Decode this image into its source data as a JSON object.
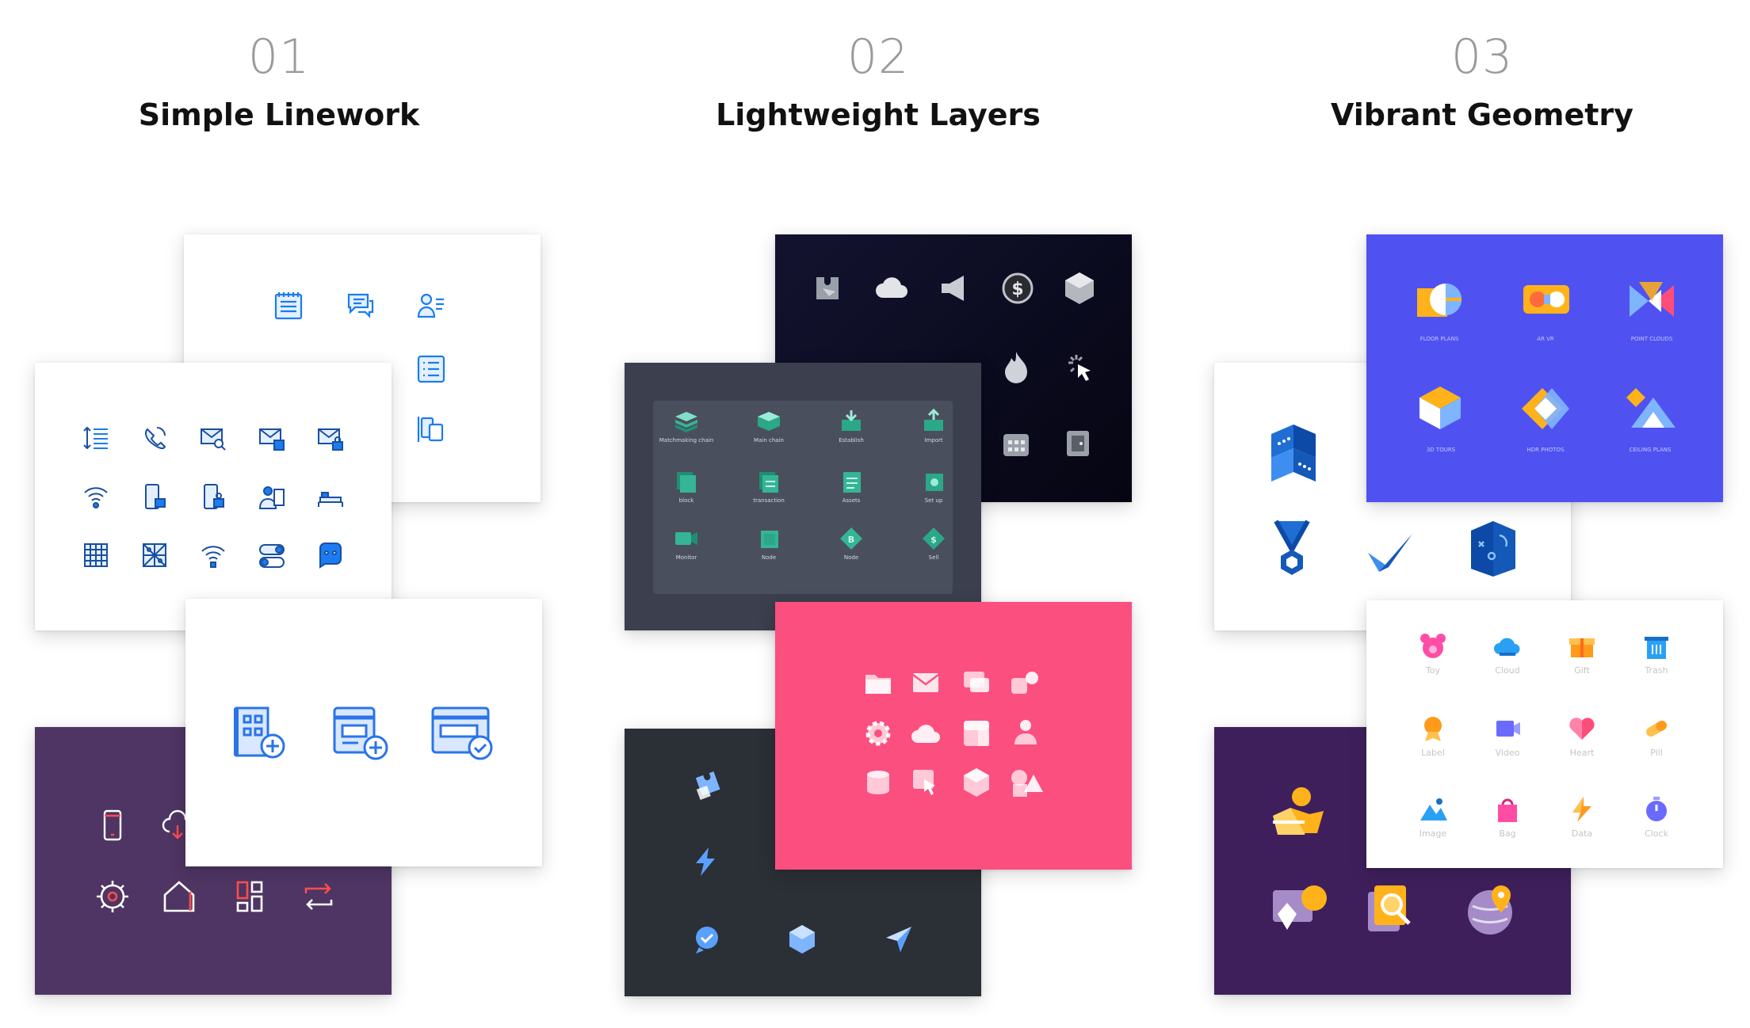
{
  "columns": [
    {
      "number": "01",
      "title": "Simple Linework"
    },
    {
      "number": "02",
      "title": "Lightweight Layers"
    },
    {
      "number": "03",
      "title": "Vibrant Geometry"
    }
  ],
  "layers_labels": [
    "Matchmaking chain",
    "Main chain",
    "Establish",
    "Import",
    "block",
    "transaction",
    "Assets",
    "Set up",
    "Monitor",
    "Node",
    "Node",
    "Sell"
  ],
  "geometry_blue_labels": [
    "FLOOR PLANS",
    "AR VR",
    "POINT CLOUDS",
    "3D TOURS",
    "HDR PHOTOS",
    "CEILING PLANS"
  ],
  "geometry_white_labels": [
    "Toy",
    "Cloud",
    "Gift",
    "Trash",
    "Label",
    "Video",
    "Heart",
    "Pill",
    "Image",
    "Bag",
    "Data",
    "Clock"
  ],
  "colors": {
    "linework_blue": "#1a7cf0",
    "purple_card": "#4e3563",
    "navy_card": "#0b0b22",
    "slate_card": "#3b3f4e",
    "dark_card": "#2b2f36",
    "pink_card": "#fb4f80",
    "indigo_card": "#4f52f0",
    "violet_card": "#3e1f5c"
  }
}
